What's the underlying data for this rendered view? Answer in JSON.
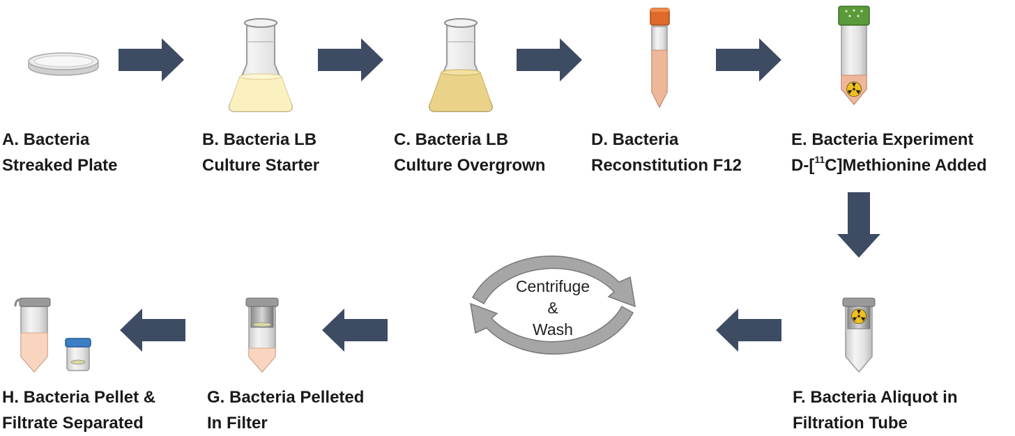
{
  "steps": {
    "a": {
      "line1": "A. Bacteria",
      "line2": "Streaked Plate"
    },
    "b": {
      "line1": "B. Bacteria LB",
      "line2": "Culture Starter"
    },
    "c": {
      "line1": "C. Bacteria LB",
      "line2": "Culture Overgrown"
    },
    "d": {
      "line1": "D. Bacteria",
      "line2": "Reconstitution F12"
    },
    "e": {
      "line1": "E. Bacteria Experiment",
      "line2_prefix": "D-[",
      "line2_sup": "11",
      "line2_suffix": "C]Methionine Added"
    },
    "f": {
      "line1": "F. Bacteria Aliquot in",
      "line2": "Filtration Tube"
    },
    "g": {
      "line1": "G. Bacteria Pelleted",
      "line2": "In Filter"
    },
    "h": {
      "line1": "H. Bacteria Pellet &",
      "line2": "Filtrate Separated"
    }
  },
  "cycle": {
    "line1": "Centrifuge",
    "line2": "&",
    "line3": "Wash"
  },
  "colors": {
    "arrow": "#3d4c63",
    "cycle_arrow": "#a6a6a6",
    "starter_culture": "#fbf0c0",
    "overgrown_culture": "#ead389",
    "f12_medium": "#eeb79a",
    "cap_orange": "#e06a2a",
    "cap_green": "#5a9a3a",
    "cap_blue": "#3b7fc4",
    "radiation_yellow": "#f0c020"
  },
  "icons": [
    "petri-dish-icon",
    "flask-icon",
    "conical-tube-icon",
    "vented-tube-icon",
    "filter-tube-icon",
    "vial-icon",
    "radiation-icon"
  ]
}
